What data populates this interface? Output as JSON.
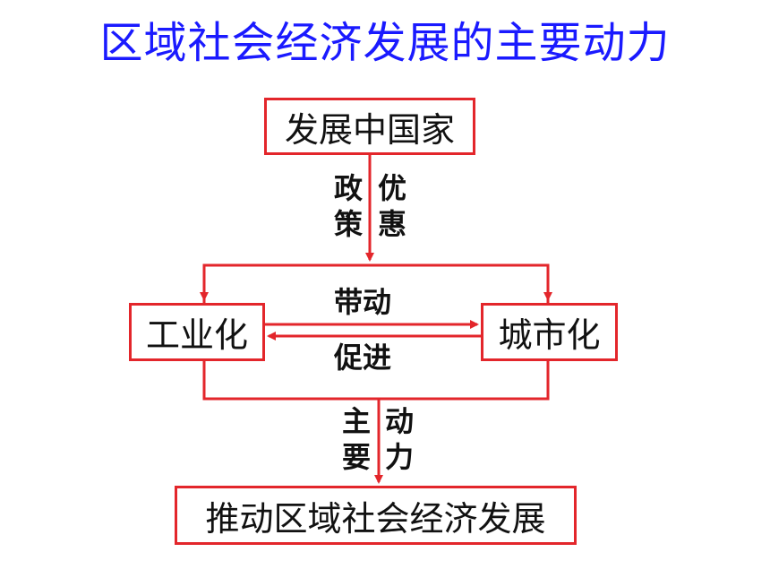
{
  "title": "区域社会经济发展的主要动力",
  "nodes": {
    "developing_countries": "发展中国家",
    "industrialization": "工业化",
    "urbanization": "城市化",
    "regional_development": "推动区域社会经济发展"
  },
  "labels": {
    "policy": [
      "政",
      "策"
    ],
    "preferential": [
      "优",
      "惠"
    ],
    "drive": "带动",
    "promote": "促进",
    "main": [
      "主",
      "要"
    ],
    "force": [
      "动",
      "力"
    ]
  },
  "colors": {
    "title": "#1a1aff",
    "arrow": "#e3262b",
    "box_border": "#e3262b",
    "text": "#111111"
  }
}
